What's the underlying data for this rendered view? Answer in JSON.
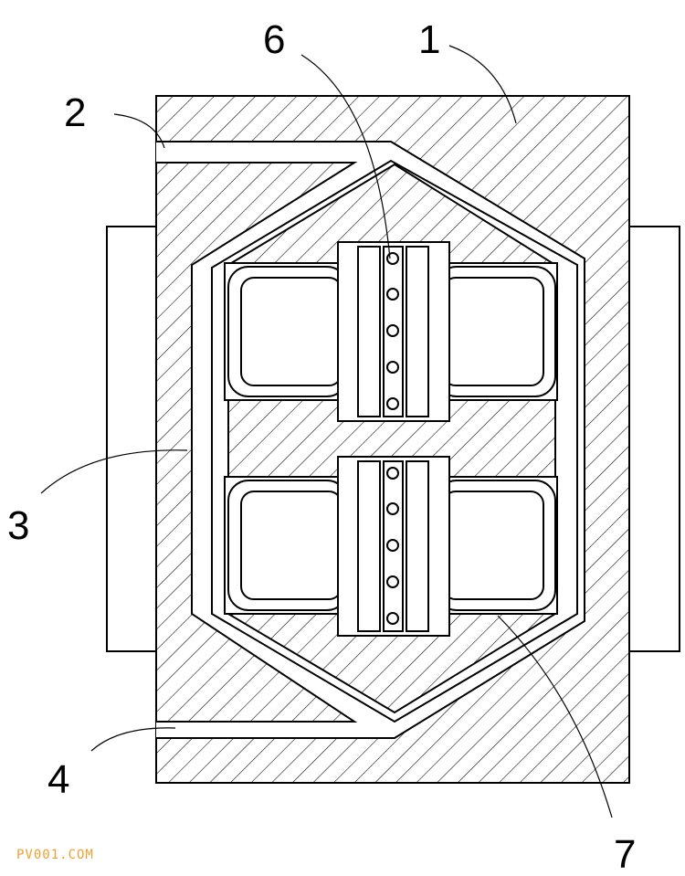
{
  "labels": {
    "l1": "1",
    "l2": "2",
    "l3": "3",
    "l4": "4",
    "l6": "6",
    "l7": "7"
  },
  "watermark": "PV001.COM",
  "colors": {
    "line": "#000000",
    "background": "#ffffff",
    "watermark": "#f0a030"
  }
}
